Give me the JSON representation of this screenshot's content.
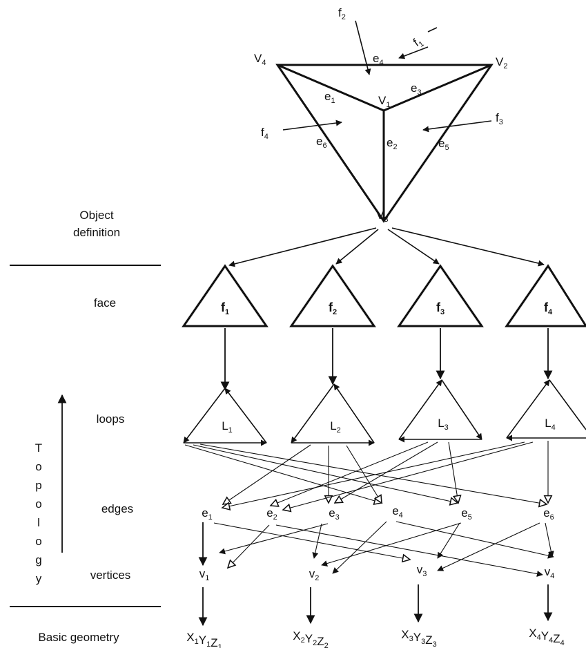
{
  "side_labels": {
    "object_definition": [
      "Object",
      "definition"
    ],
    "face": "face",
    "loops": "loops",
    "topology": [
      "T",
      "o",
      "p",
      "o",
      "l",
      "o",
      "g",
      "y"
    ],
    "edges": "edges",
    "vertices": "vertices",
    "basic_geometry": "Basic geometry"
  },
  "tetrahedron": {
    "vertices": {
      "v4": "V4",
      "v2": "V2",
      "v1": "V1",
      "v3": "V3"
    },
    "edges": {
      "e1": "e1",
      "e2": "e2",
      "e3": "e3",
      "e4": "e4",
      "e5": "e5",
      "e6": "e6"
    },
    "faces": {
      "f1": "f1",
      "f2": "f2",
      "f3": "f3",
      "f4": "f4"
    }
  },
  "faces": [
    "f1",
    "f2",
    "f3",
    "f4"
  ],
  "loops": [
    "L1",
    "L2",
    "L3",
    "L4"
  ],
  "edges": [
    "e1",
    "e2",
    "e3",
    "e4",
    "e5",
    "e6"
  ],
  "vertices": [
    "v1",
    "v2",
    "v3",
    "v4"
  ],
  "geometry": [
    "X1Y1Z1",
    "X2Y2Z2",
    "X3Y3Z3",
    "X4Y4Z4"
  ]
}
